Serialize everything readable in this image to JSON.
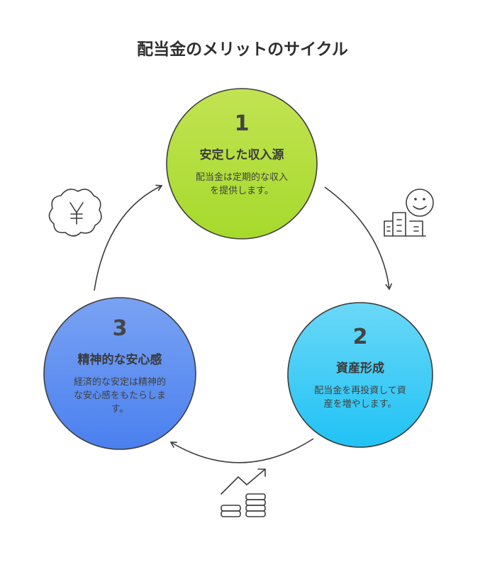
{
  "title": "配当金のメリットのサイクル",
  "nodes": [
    {
      "number": "1",
      "title": "安定した収入源",
      "desc_lines": [
        "配当金は定期的な収入",
        "を提供します。"
      ],
      "color": "#b6e14a"
    },
    {
      "number": "2",
      "title": "資産形成",
      "desc_lines": [
        "配当金を再投資して資",
        "産を増やします。"
      ],
      "color": "#2ccaf5"
    },
    {
      "number": "3",
      "title": "精神的な安心感",
      "desc_lines": [
        "経済的な安定は精神的",
        "な安心感をもたらしま",
        "す。"
      ],
      "color": "#5a8bf0"
    }
  ],
  "icons": [
    "money-tree-yen-icon",
    "smiling-face-buildings-icon",
    "rising-coins-chart-icon"
  ]
}
